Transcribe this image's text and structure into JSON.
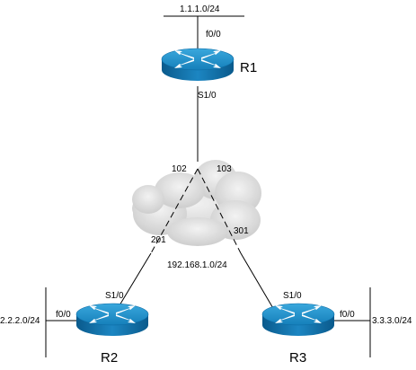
{
  "networks": {
    "r1_lan": "1.1.1.0/24",
    "r2_lan": "2.2.2.0/24",
    "r3_lan": "3.3.3.0/24",
    "frame_relay": "192.168.1.0/24"
  },
  "routers": {
    "r1": {
      "name": "R1",
      "lan_if": "f0/0",
      "wan_if": "S1/0"
    },
    "r2": {
      "name": "R2",
      "lan_if": "f0/0",
      "wan_if": "S1/0"
    },
    "r3": {
      "name": "R3",
      "lan_if": "f0/0",
      "wan_if": "S1/0"
    }
  },
  "dlci": {
    "r1_to_r2": "102",
    "r1_to_r3": "103",
    "r2_to_r1": "201",
    "r3_to_r1": "301"
  },
  "colors": {
    "router_top": "#1f8fc9",
    "router_side": "#0b5f93",
    "cloud": "#d8d8d8",
    "line": "#000000"
  }
}
